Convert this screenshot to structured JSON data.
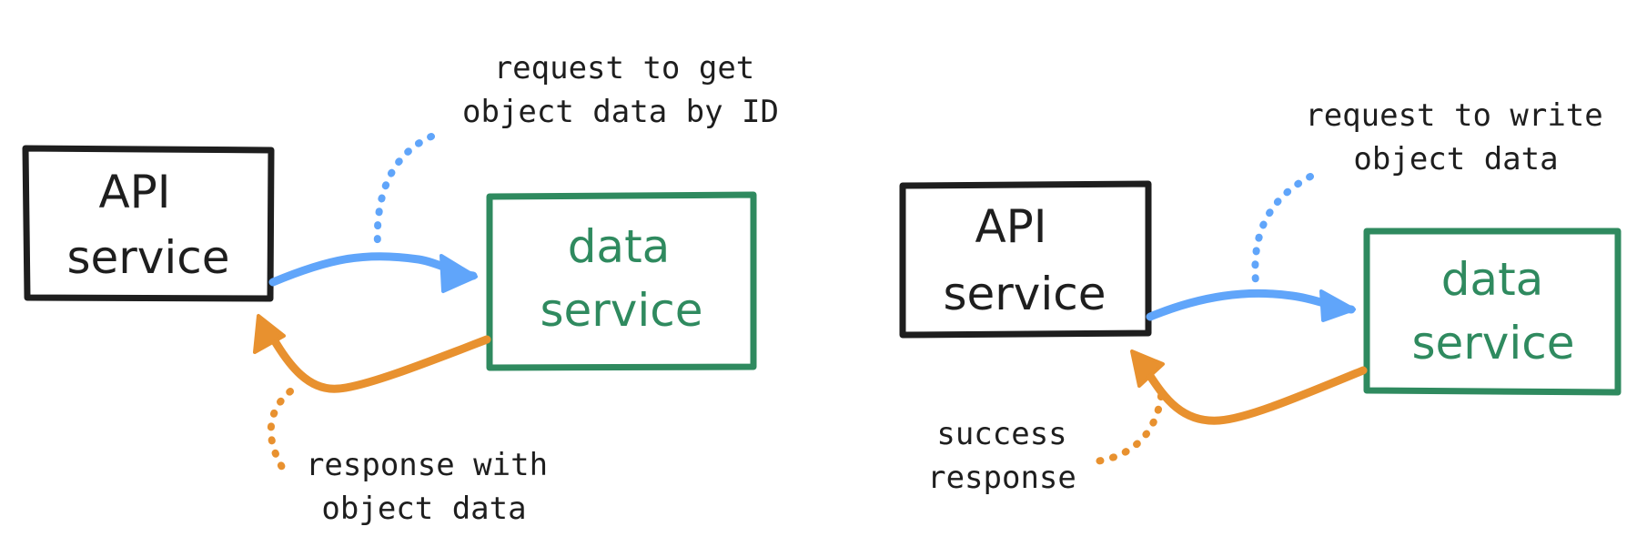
{
  "colors": {
    "ink": "#1e1e1e",
    "data_service": "#2f8a5f",
    "request_arrow": "#60a5fa",
    "response_arrow": "#e8912f"
  },
  "left_panel": {
    "api_box": {
      "line1": "API",
      "line2": "service"
    },
    "data_box": {
      "line1": "data",
      "line2": "service"
    },
    "request_note": {
      "line1": "request to get",
      "line2": "object data by ID"
    },
    "response_note": {
      "line1": "response with",
      "line2": "object data"
    }
  },
  "right_panel": {
    "api_box": {
      "line1": "API",
      "line2": "service"
    },
    "data_box": {
      "line1": "data",
      "line2": "service"
    },
    "request_note": {
      "line1": "request to write",
      "line2": "object data"
    },
    "response_note": {
      "line1": "success",
      "line2": "response"
    }
  }
}
